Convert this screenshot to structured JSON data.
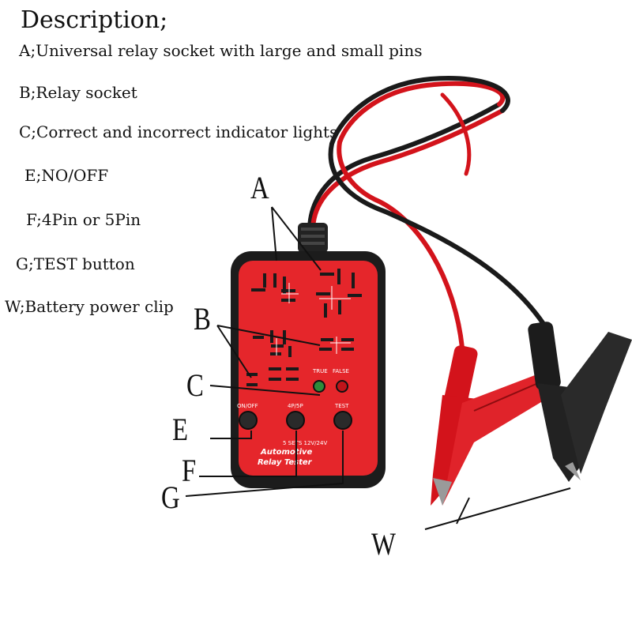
{
  "heading": "Description;",
  "descriptions": [
    "A;Universal relay socket with large and small pins",
    "B;Relay socket",
    "C;Correct and incorrect indicator lights",
    "E;NO/OFF",
    "F;4Pin or 5Pin",
    "G;TEST button",
    "W;Battery power clip"
  ],
  "callouts": {
    "A": "A",
    "B": "B",
    "C": "C",
    "E": "E",
    "F": "F",
    "G": "G",
    "W": "W"
  },
  "device": {
    "true_label": "TRUE",
    "false_label": "FALSE",
    "onoff_label": "ON/OFF",
    "pin_label": "4P/5P",
    "test_label": "TEST",
    "spec_text": "5 SETS 12V/24V",
    "name_line1": "Automotive",
    "name_line2": "Relay Tester"
  },
  "colors": {
    "panel_red": "#e5262b",
    "case_black": "#1c1c1c",
    "cable_red": "#d3131b",
    "led_green": "#2e8b3a",
    "led_red": "#c0141a"
  }
}
